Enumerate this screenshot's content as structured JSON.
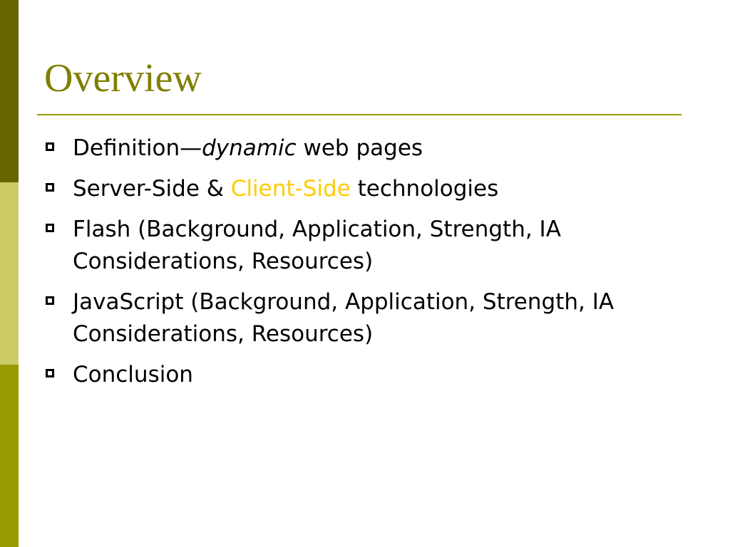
{
  "colors": {
    "title": "#7f7f00",
    "rule": "#9a9a00",
    "bar_top": "#666600",
    "bar_middle": "#cccc66",
    "bar_bottom": "#999900",
    "highlight": "#ffcc00",
    "text": "#000000"
  },
  "slide": {
    "title": "Overview",
    "bullets": [
      {
        "icon": "hollow-square-bullet-icon",
        "parts": [
          {
            "text": "Definition—",
            "style": "normal"
          },
          {
            "text": "dynamic",
            "style": "italic"
          },
          {
            "text": " web pages",
            "style": "normal"
          }
        ]
      },
      {
        "icon": "hollow-square-bullet-icon",
        "parts": [
          {
            "text": "Server-Side & ",
            "style": "normal"
          },
          {
            "text": "Client-Side",
            "style": "highlight"
          },
          {
            "text": " technologies",
            "style": "normal"
          }
        ]
      },
      {
        "icon": "hollow-square-bullet-icon",
        "parts": [
          {
            "text": "Flash (Background, Application, Strength, IA Considerations, Resources)",
            "style": "normal"
          }
        ]
      },
      {
        "icon": "hollow-square-bullet-icon",
        "parts": [
          {
            "text": "JavaScript (Background, Application, Strength, IA Considerations, Resources)",
            "style": "normal"
          }
        ]
      },
      {
        "icon": "hollow-square-bullet-icon",
        "parts": [
          {
            "text": "Conclusion",
            "style": "normal"
          }
        ]
      }
    ]
  }
}
